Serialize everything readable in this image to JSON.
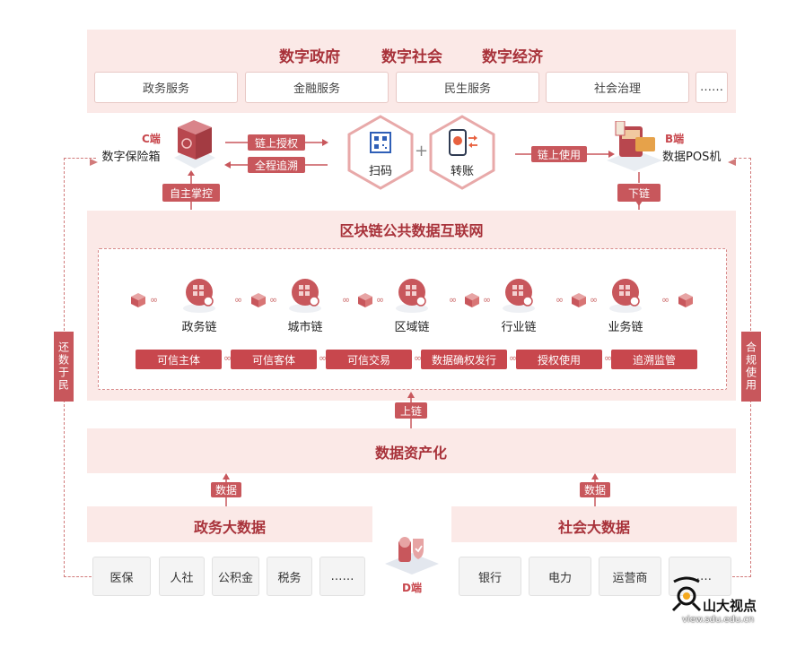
{
  "top": {
    "titles": [
      "数字政府",
      "数字社会",
      "数字经济"
    ],
    "boxes": [
      "政务服务",
      "金融服务",
      "民生服务",
      "社会治理",
      "……"
    ]
  },
  "c_end": {
    "tag": "C端",
    "name": "数字保险箱",
    "control": "自主掌控"
  },
  "b_end": {
    "tag": "B端",
    "name": "数据POS机",
    "down": "下链"
  },
  "arrows": {
    "auth": "链上授权",
    "trace": "全程追溯",
    "use": "链上使用"
  },
  "center": {
    "scan": "扫码",
    "plus": "+",
    "transfer": "转账"
  },
  "network": {
    "title": "区块链公共数据互联网",
    "chains": [
      "政务链",
      "城市链",
      "区域链",
      "行业链",
      "业务链"
    ],
    "buttons": [
      "可信主体",
      "可信客体",
      "可信交易",
      "数据确权发行",
      "授权使用",
      "追溯监管"
    ]
  },
  "side": {
    "left": "还数于民",
    "right": "合规使用"
  },
  "upchain": "上链",
  "assetize": "数据资产化",
  "data_label": "数据",
  "gov": {
    "title": "政务大数据",
    "items": [
      "医保",
      "人社",
      "公积金",
      "税务",
      "……"
    ]
  },
  "soc": {
    "title": "社会大数据",
    "items": [
      "银行",
      "电力",
      "运营商",
      "……"
    ]
  },
  "d_end": "D端",
  "watermark": {
    "text": "山大视点",
    "url": "view.sdu.edu.cn"
  },
  "colors": {
    "accent": "#c8474d",
    "band": "#fbe9e7",
    "title": "#a8323a"
  }
}
